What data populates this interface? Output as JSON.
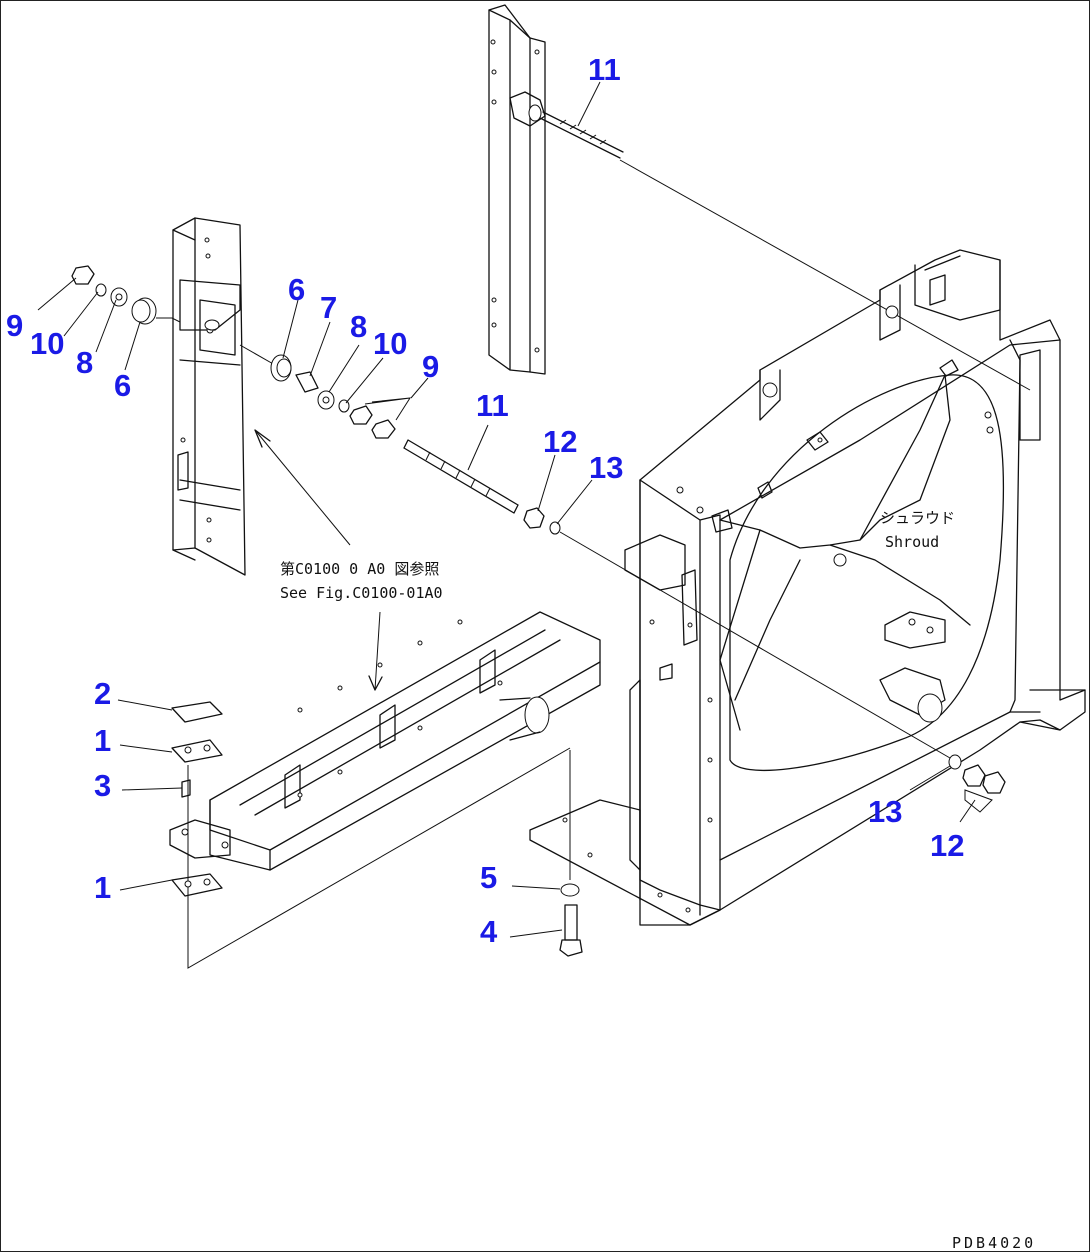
{
  "callouts": {
    "c11_top": "11",
    "c9_left": "9",
    "c10_left": "10",
    "c8_left": "8",
    "c6_left": "6",
    "c6_right": "6",
    "c7": "7",
    "c8_right": "8",
    "c10_right": "10",
    "c9_right": "9",
    "c11_mid": "11",
    "c12_mid": "12",
    "c13_mid": "13",
    "c2": "2",
    "c1_upper": "1",
    "c3": "3",
    "c1_lower": "1",
    "c5": "5",
    "c4": "4",
    "c13_right": "13",
    "c12_right": "12"
  },
  "notes": {
    "shroud_jp": "シュラウド",
    "shroud_en": "Shroud",
    "ref_jp": "第C0100 0 A0 図参照",
    "ref_en": "See Fig.C0100-01A0"
  },
  "drawing_code": "PDB4020"
}
